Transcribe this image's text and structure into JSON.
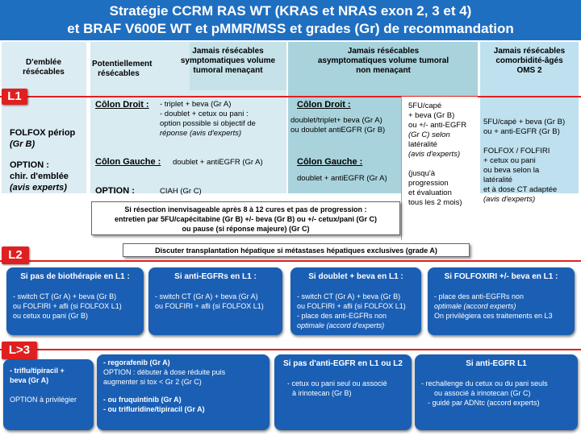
{
  "title": {
    "line1": "Stratégie CCRM RAS WT (KRAS et NRAS exon 2, 3 et 4)",
    "line2": "et BRAF V600E WT et pMMR/MSS et grades (Gr) de recommandation"
  },
  "columns": {
    "c1": "D'emblée résécables",
    "c2": "Potentiellement résécables",
    "c3": "Jamais résécables symptomatiques volume tumoral menaçant",
    "c4": "Jamais résécables asymptomatiques volume tumoral non menaçant",
    "c5": "Jamais résécables comorbidité-âgés OMS 2"
  },
  "tags": {
    "l1": "L1",
    "l2": "L2",
    "l3": "L>3"
  },
  "l1": {
    "col1": {
      "line1": "FOLFOX périop",
      "line2": "(Gr B)",
      "line3": "OPTION :",
      "line4": "chir. d'emblée",
      "line5": "(avis experts)"
    },
    "colon_droit": "Côlon Droit :",
    "colon_gauche": "Côlon Gauche :",
    "option": "OPTION :",
    "droit_1": "- triplet + beva (Gr A)",
    "droit_2": "- doublet + cetux ou pani :",
    "droit_3": "option possible si objectif de",
    "droit_4": "réponse (avis d'experts)",
    "gauche_txt": "doublet + antiEGFR (Gr A)",
    "option_txt": "CIAH (Gr C)",
    "c4_droit_1": "doublet/triplet+ beva (Gr A)",
    "c4_droit_2": "ou doublet antiEGFR (Gr B)",
    "c4_gauche_txt": "doublet + antiEGFR (Gr A)",
    "c4b_1": "5FU/capé",
    "c4b_2": "+ beva (Gr B)",
    "c4b_3": "ou +/- anti-EGFR",
    "c4b_4": "(Gr C) selon",
    "c4b_5": "latéralité",
    "c4b_6": "(avis d'experts)",
    "c4b_7": "(jusqu'à",
    "c4b_8": "progression",
    "c4b_9": "et évaluation",
    "c4b_10": "tous les 2 mois)",
    "c5_1": "5FU/capé + beva (Gr B)",
    "c5_2": "ou + anti-EGFR (Gr B)",
    "c5_3": "FOLFOX / FOLFIRI",
    "c5_4": "+ cetux ou pani",
    "c5_5": "ou beva selon la",
    "c5_6": "latéralité",
    "c5_7": "et à dose CT adaptée",
    "c5_8": "(avis d'experts)",
    "maint_1": "Si résection inenvisageable après 8 à 12 cures et pas de progression :",
    "maint_2": "entretien par 5FU/capécitabine (Gr B) +/- beva (Gr B) ou +/- cetux/pani (Gr C)",
    "maint_3": "ou pause (si réponse majeure) (Gr C)",
    "transplant": "Discuter transplantation hépatique si métastases hépatiques exclusives (grade A)"
  },
  "l2": [
    {
      "title": "Si pas de biothérapie en L1 :",
      "lines": [
        "- switch CT (Gr A) + beva (Gr B)",
        "ou FOLFIRI + afli (si FOLFOX L1)",
        "ou cetux ou pani (Gr B)"
      ]
    },
    {
      "title": "Si anti-EGFRs en L1 :",
      "lines": [
        "- switch CT (Gr A) + beva (Gr A)",
        "ou FOLFIRI + afli (si FOLFOX L1)"
      ]
    },
    {
      "title": "Si doublet + beva en L1 :",
      "lines": [
        "- switch CT (Gr A) + beva (Gr B)",
        "ou FOLFIRI + afli (si FOLFOX L1)",
        "- place des anti-EGFRs non",
        "optimale (accord d'experts)"
      ]
    },
    {
      "title": "Si FOLFOXIRI +/- beva en L1 :",
      "lines": [
        "- place des anti-EGFRs non",
        "optimale (accord experts)",
        "On privilégiera ces traitements en L3"
      ]
    }
  ],
  "l3": [
    {
      "title": "",
      "lines": [
        "- triflu/tipiracil +",
        "beva (Gr A)",
        "",
        "OPTION à privilégier"
      ]
    },
    {
      "title": "",
      "lines": [
        "- regorafenib (Gr A)",
        "OPTION : débuter à dose réduite puis",
        "augmenter si tox < Gr 2 (Gr C)",
        "",
        "- ou fruquintinib (Gr A)",
        "- ou trifluridine/tipiracil (Gr A)"
      ]
    },
    {
      "title": "Si pas d'anti-EGFR en L1 ou L2",
      "lines": [
        "- cetux ou pani seul ou associé",
        "à irinotecan (Gr B)"
      ]
    },
    {
      "title": "Si anti-EGFR L1",
      "lines": [
        "- rechallenge du cetux ou du pani seuls",
        "ou associé à irinotecan (Gr C)",
        "- guidé par ADNtc (accord experts)"
      ]
    }
  ]
}
